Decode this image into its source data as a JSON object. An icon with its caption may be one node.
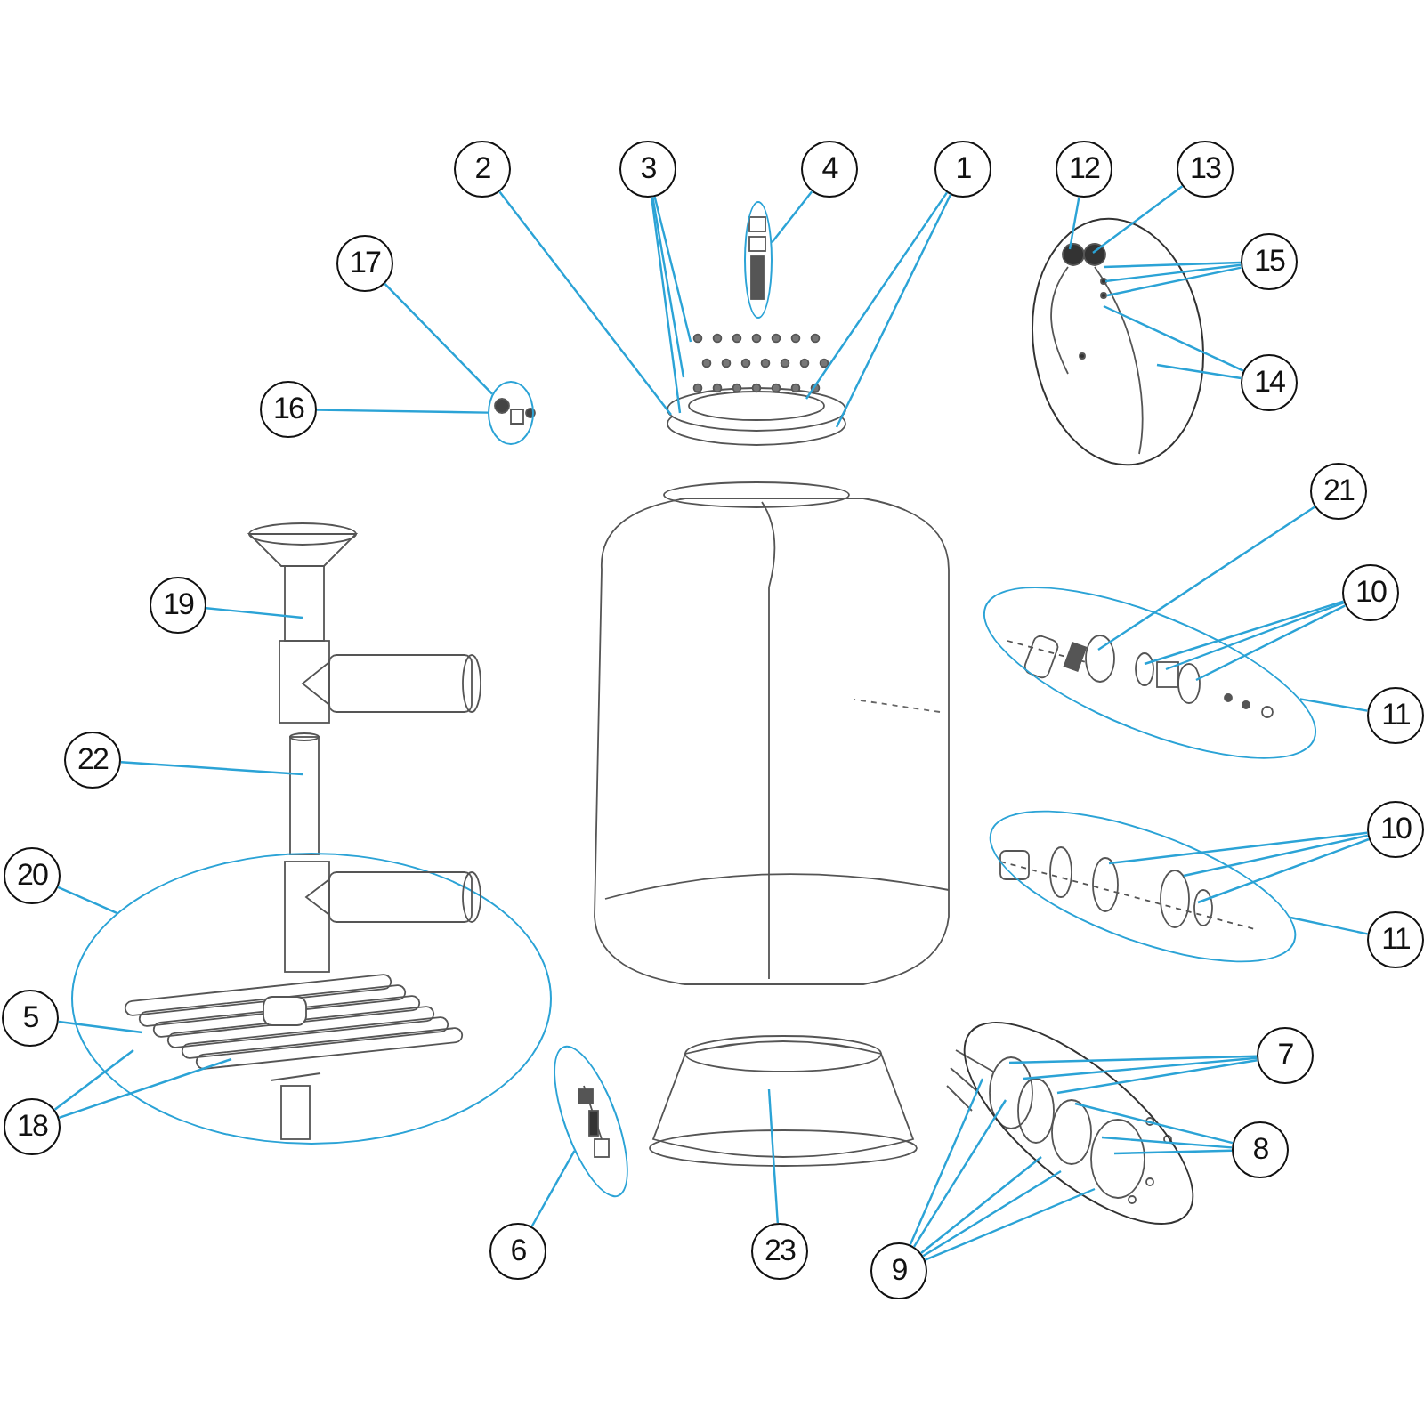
{
  "diagram": {
    "nodes": [
      {
        "text": [
          "2"
        ]
      },
      {
        "text": [
          "3"
        ]
      },
      {
        "text": [
          "4"
        ]
      },
      {
        "text": [
          "1"
        ]
      },
      {
        "text": [
          "12"
        ]
      },
      {
        "text": [
          "13"
        ]
      },
      {
        "text": [
          "15"
        ]
      },
      {
        "text": [
          "17"
        ]
      },
      {
        "text": [
          "14"
        ]
      },
      {
        "text": [
          "16"
        ]
      },
      {
        "text": [
          "21"
        ]
      },
      {
        "text": [
          "10"
        ]
      },
      {
        "text": [
          "19"
        ]
      },
      {
        "text": [
          "11"
        ]
      },
      {
        "text": [
          "22"
        ]
      },
      {
        "text": [
          "10"
        ]
      },
      {
        "text": [
          "20"
        ]
      },
      {
        "text": [
          "11"
        ]
      },
      {
        "text": [
          "5"
        ]
      },
      {
        "text": [
          "7"
        ]
      },
      {
        "text": [
          "18"
        ]
      },
      {
        "text": [
          "8"
        ]
      },
      {
        "text": [
          "9"
        ]
      },
      {
        "text": [
          "6"
        ]
      },
      {
        "text": [
          "23"
        ]
      },
      {
        "text": [],
        "shape": "ellipse"
      },
      {
        "text": [],
        "shape": "ellipse"
      },
      {
        "text": [],
        "shape": "ellipse"
      },
      {
        "text": [],
        "shape": "ellipse"
      },
      {
        "text": [],
        "shape": "ellipse"
      },
      {
        "text": [],
        "shape": "ellipse"
      },
      {
        "text": [],
        "shape": "ellipse"
      },
      {
        "text": [],
        "shape": "ellipse"
      },
      {
        "text": [],
        "shape": "picture"
      },
      {
        "text": [],
        "shape": "picture"
      },
      {
        "text": [],
        "shape": "cylinder"
      },
      {
        "text": [],
        "shape": "picture"
      },
      {
        "text": [],
        "shape": "picture",
        "in": 30
      }
    ],
    "edges": [
      {
        "from": 0,
        "to": 33,
        "arrow": "none"
      },
      {
        "from": 1,
        "to": 33,
        "arrow": "none"
      },
      {
        "from": 1,
        "to": 33,
        "arrow": "none"
      },
      {
        "from": 1,
        "to": 33,
        "arrow": "none"
      },
      {
        "from": 2,
        "to": 25,
        "arrow": "none"
      },
      {
        "from": 3,
        "to": 33,
        "arrow": "none"
      },
      {
        "from": 3,
        "to": 33,
        "arrow": "none"
      },
      {
        "from": 4,
        "to": 27,
        "arrow": "none"
      },
      {
        "from": 5,
        "to": 27,
        "arrow": "none"
      },
      {
        "from": 6,
        "to": 27,
        "arrow": "none"
      },
      {
        "from": 6,
        "to": 27,
        "arrow": "none"
      },
      {
        "from": 6,
        "to": 27,
        "arrow": "none"
      },
      {
        "from": 7,
        "to": 26,
        "arrow": "none"
      },
      {
        "from": 8,
        "to": 27,
        "arrow": "none"
      },
      {
        "from": 8,
        "to": 27,
        "arrow": "none"
      },
      {
        "from": 9,
        "to": 26,
        "arrow": "none"
      },
      {
        "from": 10,
        "to": 28,
        "arrow": "none"
      },
      {
        "from": 11,
        "to": 28,
        "arrow": "none"
      },
      {
        "from": 11,
        "to": 28,
        "arrow": "none"
      },
      {
        "from": 11,
        "to": 28,
        "arrow": "none"
      },
      {
        "from": 12,
        "to": 34,
        "arrow": "none"
      },
      {
        "from": 13,
        "to": 28,
        "arrow": "none"
      },
      {
        "from": 14,
        "to": 35,
        "arrow": "none"
      },
      {
        "from": 15,
        "to": 29,
        "arrow": "none"
      },
      {
        "from": 15,
        "to": 29,
        "arrow": "none"
      },
      {
        "from": 15,
        "to": 29,
        "arrow": "none"
      },
      {
        "from": 16,
        "to": 30,
        "arrow": "none"
      },
      {
        "from": 17,
        "to": 29,
        "arrow": "none"
      },
      {
        "from": 18,
        "to": 37,
        "arrow": "none"
      },
      {
        "from": 19,
        "to": 31,
        "arrow": "none"
      },
      {
        "from": 19,
        "to": 31,
        "arrow": "none"
      },
      {
        "from": 19,
        "to": 31,
        "arrow": "none"
      },
      {
        "from": 20,
        "to": 37,
        "arrow": "none"
      },
      {
        "from": 20,
        "to": 37,
        "arrow": "none"
      },
      {
        "from": 21,
        "to": 31,
        "arrow": "none"
      },
      {
        "from": 21,
        "to": 31,
        "arrow": "none"
      },
      {
        "from": 21,
        "to": 31,
        "arrow": "none"
      },
      {
        "from": 22,
        "to": 31,
        "arrow": "none"
      },
      {
        "from": 22,
        "to": 31,
        "arrow": "none"
      },
      {
        "from": 22,
        "to": 31,
        "arrow": "none"
      },
      {
        "from": 22,
        "to": 31,
        "arrow": "none"
      },
      {
        "from": 22,
        "to": 31,
        "arrow": "none"
      },
      {
        "from": 23,
        "to": 32,
        "arrow": "none"
      },
      {
        "from": 24,
        "to": 36,
        "arrow": "none"
      }
    ]
  }
}
